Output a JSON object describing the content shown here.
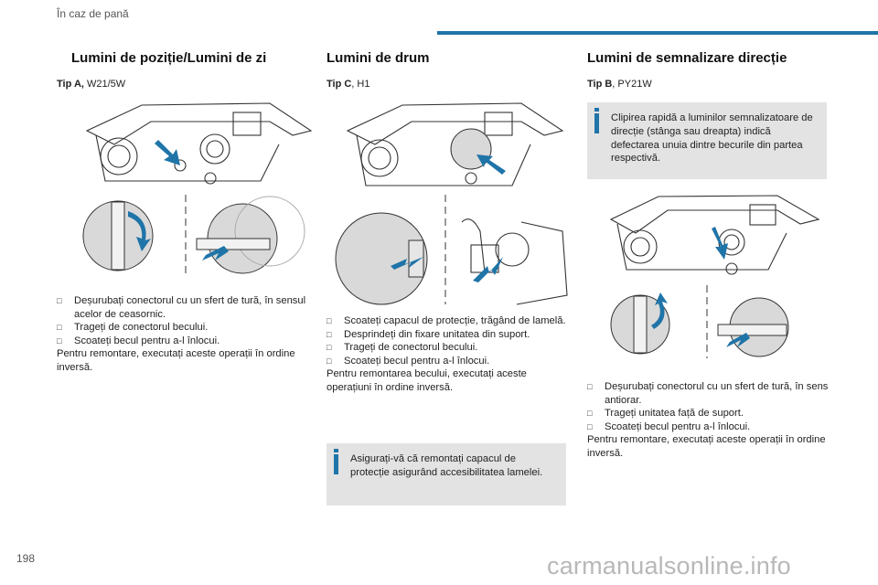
{
  "header": {
    "section": "În caz de pană"
  },
  "page_number": "198",
  "watermark": "carmanualsonline.info",
  "colors": {
    "accent": "#1f74a8",
    "note_bg": "#e3e3e3"
  },
  "col1": {
    "title": "Lumini de poziție/Lumini de zi",
    "type_label": "Tip A,",
    "type_value": " W21/5W",
    "steps": [
      "Deșurubați conectorul cu un sfert de tură, în sensul acelor de ceasornic.",
      "Trageți de conectorul becului.",
      "Scoateți becul pentru a-l înlocui."
    ],
    "footer": "Pentru remontare, executați aceste operații în ordine inversă."
  },
  "col2": {
    "title": "Lumini de drum",
    "type_label": "Tip C",
    "type_value": ", H1",
    "steps": [
      "Scoateți capacul de protecție, trăgând de lamelă.",
      "Desprindeți din fixare unitatea din suport.",
      "Trageți de conectorul becului.",
      "Scoateți becul pentru a-l înlocui."
    ],
    "footer": "Pentru remontarea becului, executați aceste operațiuni în ordine inversă.",
    "note": "Asigurați-vă că remontați capacul de protecție asigurând accesibilitatea lamelei."
  },
  "col3": {
    "title": "Lumini de semnalizare direcție",
    "type_label": "Tip B",
    "type_value": ", PY21W",
    "note": "Clipirea rapidă a luminilor semnalizatoare de direcție (stânga sau dreapta) indică defectarea unuia dintre becurile din partea respectivă.",
    "steps": [
      "Deșurubați conectorul cu un sfert de tură, în sens antiorar.",
      "Trageți unitatea față de suport.",
      "Scoateți becul pentru a-l înlocui."
    ],
    "footer": "Pentru remontare, executați aceste operații în ordine inversă."
  },
  "step_marker": "",
  "icons": {
    "note": "info-icon",
    "arrow": "blue-arrow-icon"
  }
}
